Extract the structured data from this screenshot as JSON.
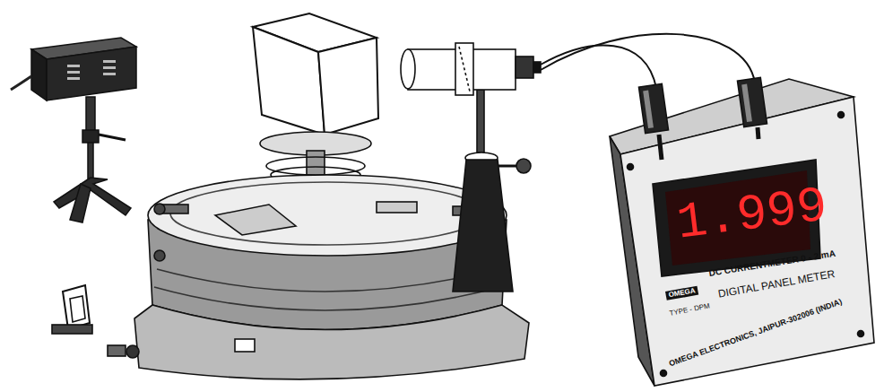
{
  "diagram": {
    "labels": [
      "1.999",
      "DC CURRENTMETER 0 - 2 mA",
      "DIGITAL PANEL METER",
      "OMEGA",
      "TYPE - DPM",
      "OMEGA ELECTRONICS, JAIPUR-302006 (INDIA)"
    ]
  }
}
